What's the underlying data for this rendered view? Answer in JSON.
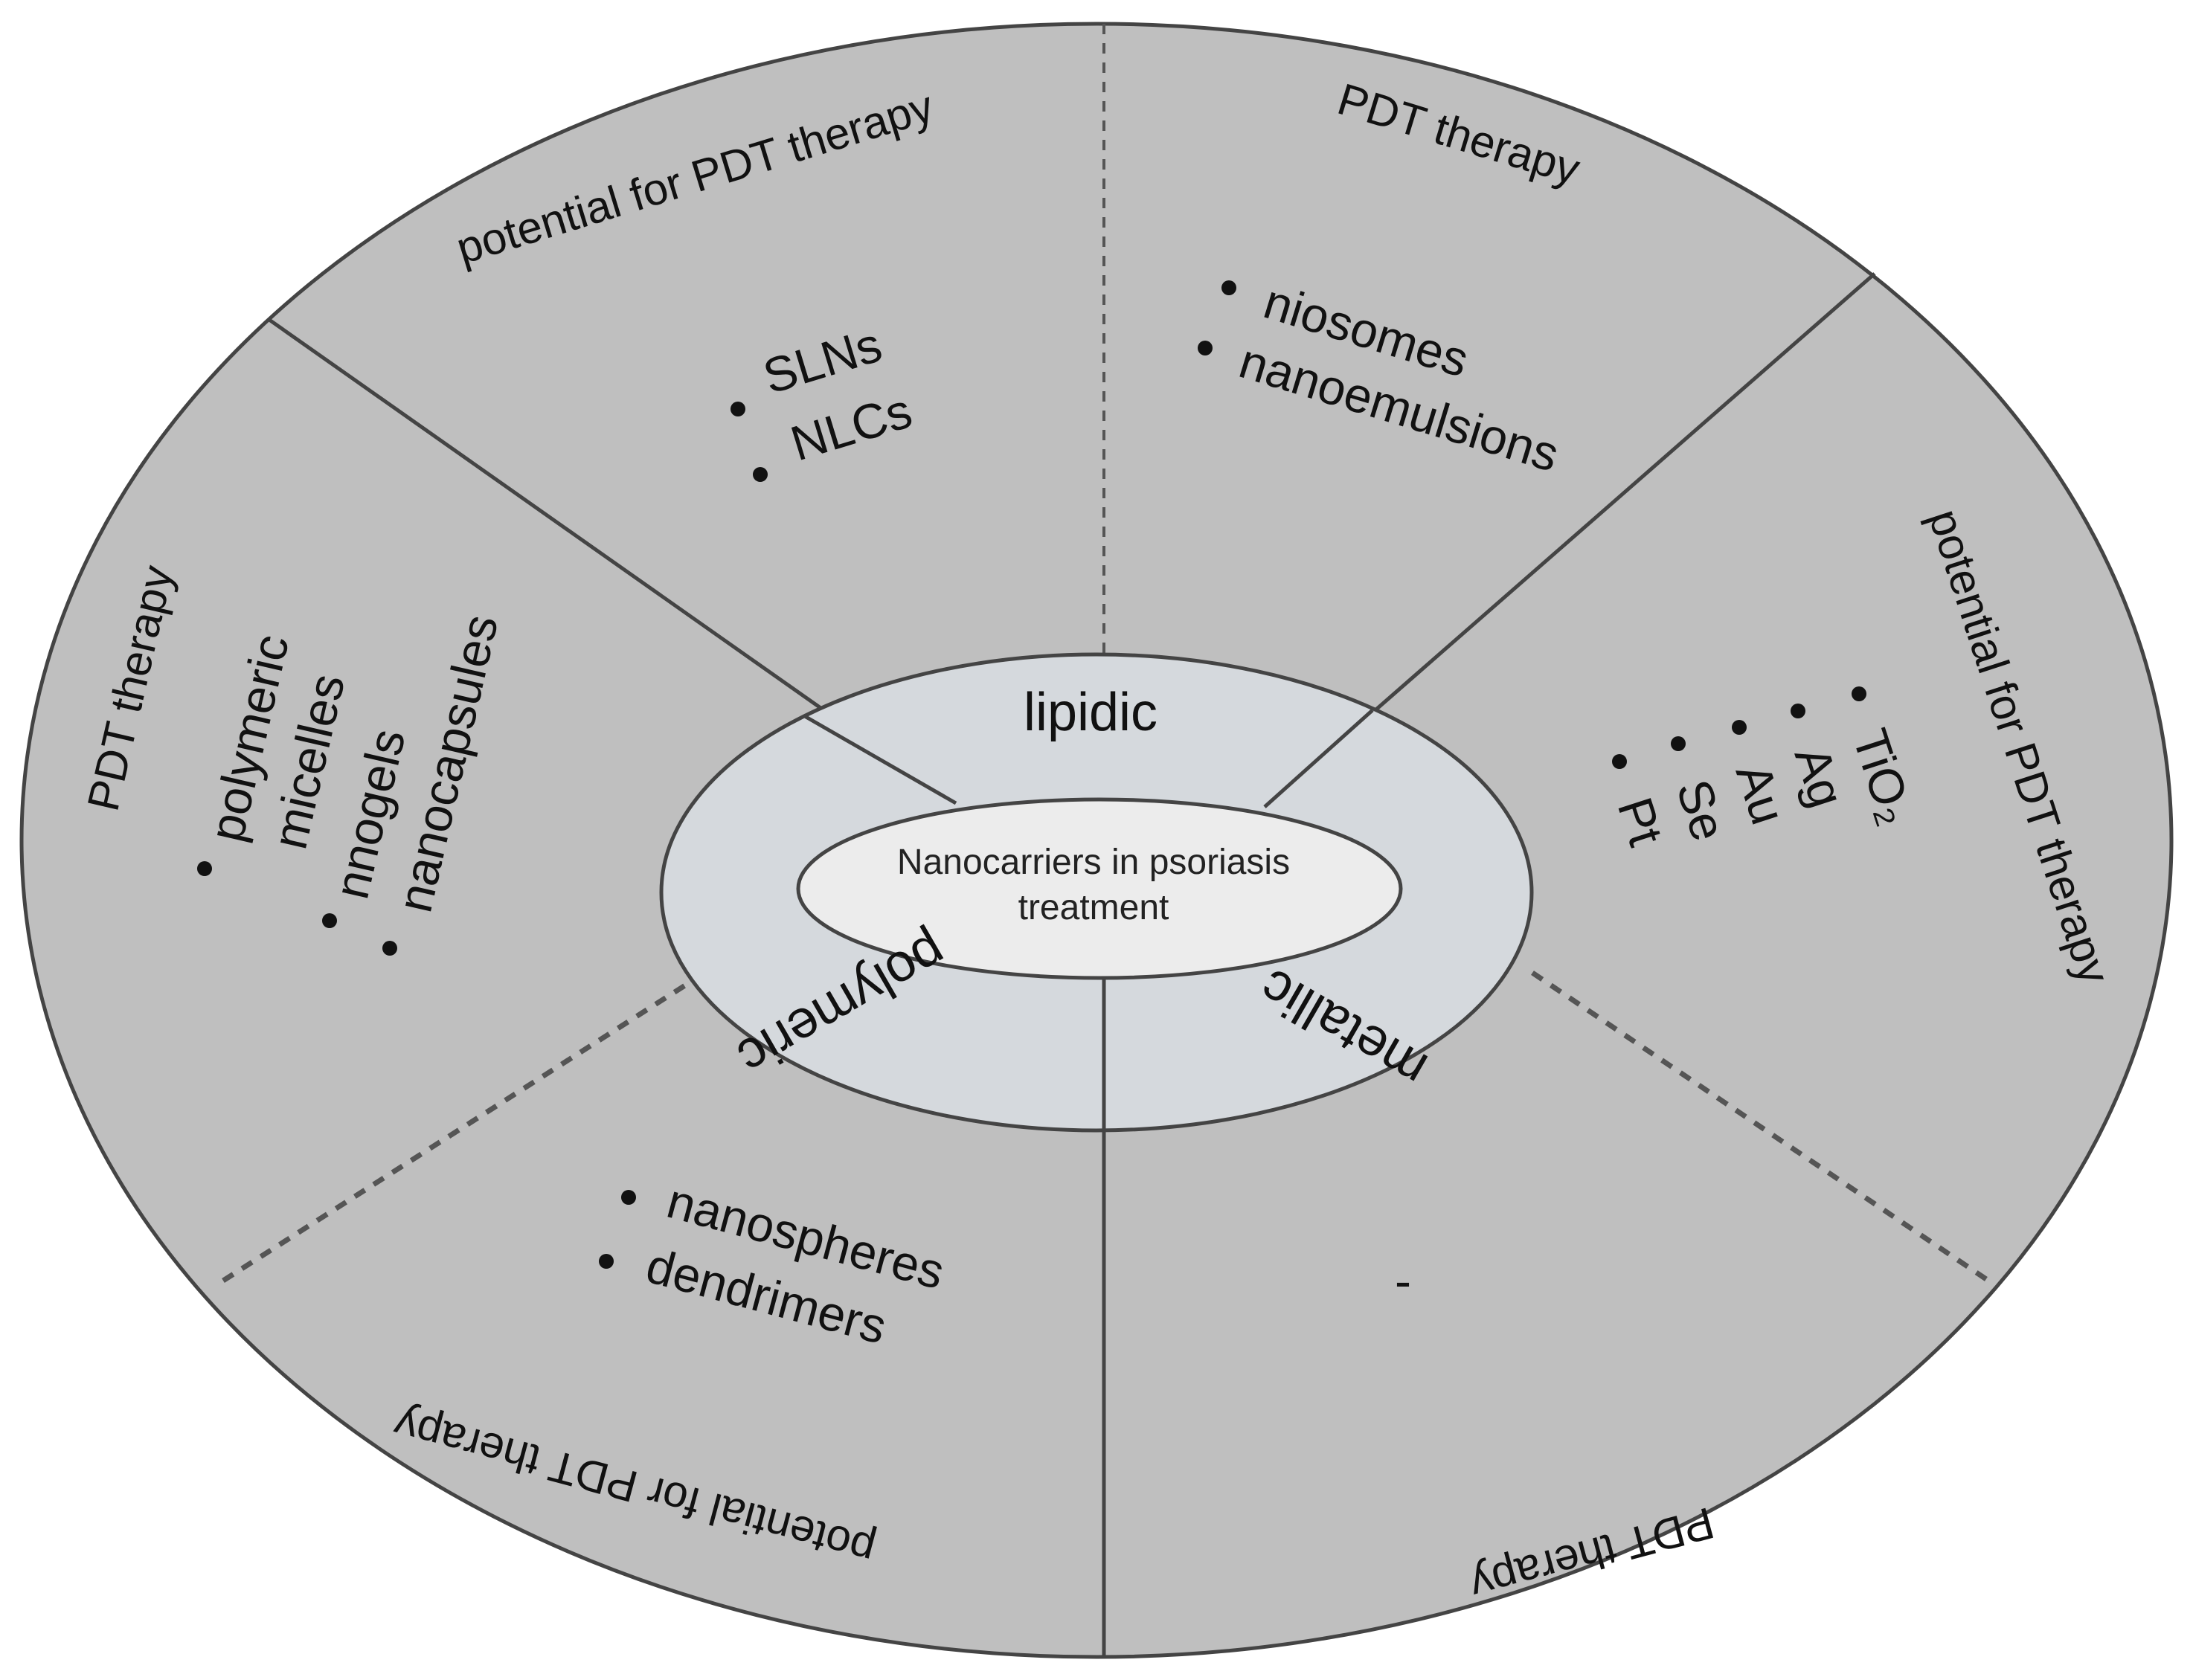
{
  "center": {
    "line1": "Nanocarriers in psoriasis",
    "line2": "treatment"
  },
  "ring": {
    "lipidic": "lipidic",
    "metallic": "metallic",
    "polymeric": "polymeric"
  },
  "sectors": {
    "lipidic_left": {
      "title": "potential for PDT therapy",
      "items": [
        "SLNs",
        "NLCs"
      ]
    },
    "lipidic_right": {
      "title": "PDT therapy",
      "items": [
        "niosomes",
        "nanoemulsions"
      ]
    },
    "metallic_upper": {
      "title": "potential for PDT therapy",
      "items": [
        "TiO₂",
        "Ag",
        "Au",
        "Se",
        "Pt"
      ]
    },
    "metallic_lower": {
      "title": "PDT therapy",
      "items": [
        "-"
      ]
    },
    "polymeric_lower": {
      "title": "potential for PDT therapy",
      "items": [
        "nanospheres",
        "dendrimers"
      ]
    },
    "polymeric_upper": {
      "title": "PDT therapy",
      "items": [
        "polymeric",
        "micelles",
        "nnogels",
        "nanocapsules"
      ]
    }
  },
  "colors": {
    "outer": "#bfbfbf",
    "ring": "#d5d9dd",
    "center": "#ececec",
    "stroke": "#444444"
  }
}
